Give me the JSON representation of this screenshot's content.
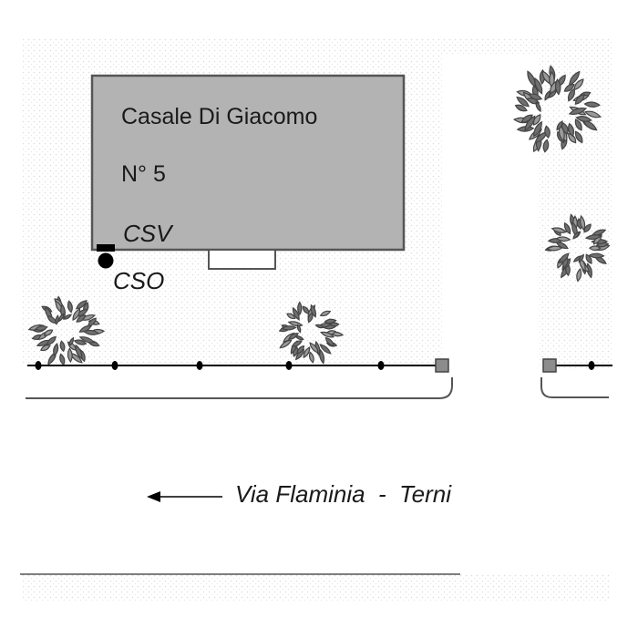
{
  "house": {
    "name": "Casale Di Giacomo",
    "number": "N° 5"
  },
  "meters": {
    "csv": "CSV",
    "cso": "CSO"
  },
  "road": {
    "label": "Via Flaminia  -  Terni",
    "direction": "left"
  },
  "colors": {
    "house_fill": "#b3b3b3",
    "outline": "#555555",
    "tree_dark": "#6f6f6f",
    "tree_light": "#9a9a9a",
    "dots": "#dcdcdc",
    "ink": "#000000"
  }
}
